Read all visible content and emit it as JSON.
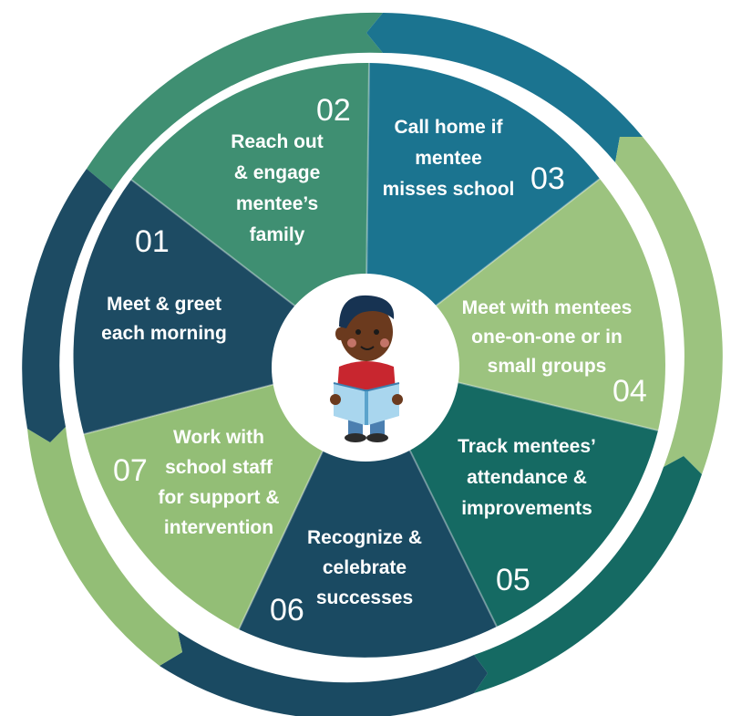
{
  "colors": {
    "dark_navy": "#1d4b63",
    "teal_green": "#3f8f72",
    "ocean_blue": "#1b7490",
    "light_green": "#9cc37f",
    "deep_teal": "#156a63",
    "navy_blue": "#1a4a62",
    "sage_green": "#93be76",
    "white": "#ffffff"
  },
  "center": {
    "icon": "reading-boy-icon"
  },
  "steps": [
    {
      "number": "01",
      "lines": [
        "Meet & greet",
        "each morning"
      ]
    },
    {
      "number": "02",
      "lines": [
        "Reach out",
        "& engage",
        "mentee’s",
        "family"
      ]
    },
    {
      "number": "03",
      "lines": [
        "Call home if",
        "mentee",
        "misses school"
      ]
    },
    {
      "number": "04",
      "lines": [
        "Meet with mentees",
        "one-on-one or in",
        "small groups"
      ]
    },
    {
      "number": "05",
      "lines": [
        "Track mentees’",
        "attendance &",
        "improvements"
      ]
    },
    {
      "number": "06",
      "lines": [
        "Recognize &",
        "celebrate",
        "successes"
      ]
    },
    {
      "number": "07",
      "lines": [
        "Work with",
        "school staff",
        "for support &",
        "intervention"
      ]
    }
  ]
}
